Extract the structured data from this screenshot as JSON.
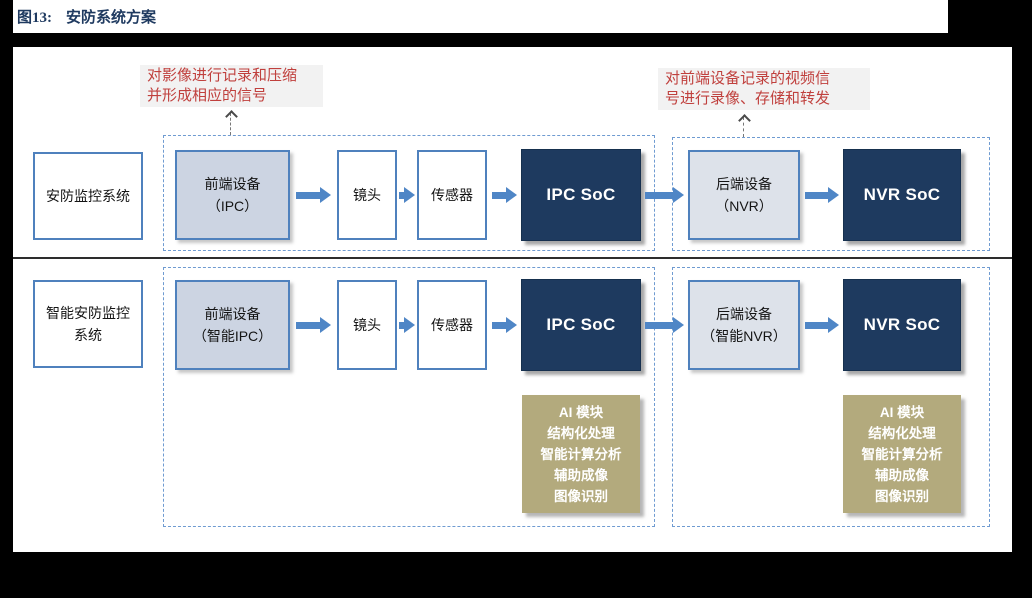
{
  "figure": {
    "label": "图13:",
    "title": "安防系统方案"
  },
  "annotations": {
    "left": {
      "line1": "对影像进行记录和压缩",
      "line2": "并形成相应的信号"
    },
    "right": {
      "line1": "对前端设备记录的视频信",
      "line2": "号进行录像、存储和转发"
    }
  },
  "row1": {
    "system_label": "安防监控系统",
    "front_end_line1": "前端设备",
    "front_end_line2": "（IPC）",
    "lens": "镜头",
    "sensor": "传感器",
    "ipc_soc": "IPC SoC",
    "back_end_line1": "后端设备",
    "back_end_line2": "（NVR）",
    "nvr_soc": "NVR SoC"
  },
  "row2": {
    "system_label_line1": "智能安防监控",
    "system_label_line2": "系统",
    "front_end_line1": "前端设备",
    "front_end_line2": "（智能IPC）",
    "lens": "镜头",
    "sensor": "传感器",
    "ipc_soc": "IPC SoC",
    "back_end_line1": "后端设备",
    "back_end_line2": "（智能NVR）",
    "nvr_soc": "NVR SoC",
    "ai_module": {
      "line1": "AI 模块",
      "line2": "结构化处理",
      "line3": "智能计算分析",
      "line4": "辅助成像",
      "line5": "图像识别"
    }
  },
  "colors": {
    "background": "#000000",
    "panel": "#ffffff",
    "title_text": "#1f3a60",
    "box_border": "#4f81bd",
    "dashed_border": "#6f9bd1",
    "device_fill": "#ccd4e2",
    "backend_fill": "#dde2ea",
    "soc_fill": "#1e3a5f",
    "ai_fill": "#b3aa7d",
    "arrow": "#4f86c6",
    "annotation_text": "#c0403d",
    "annotation_bg": "#f2f2f2"
  }
}
